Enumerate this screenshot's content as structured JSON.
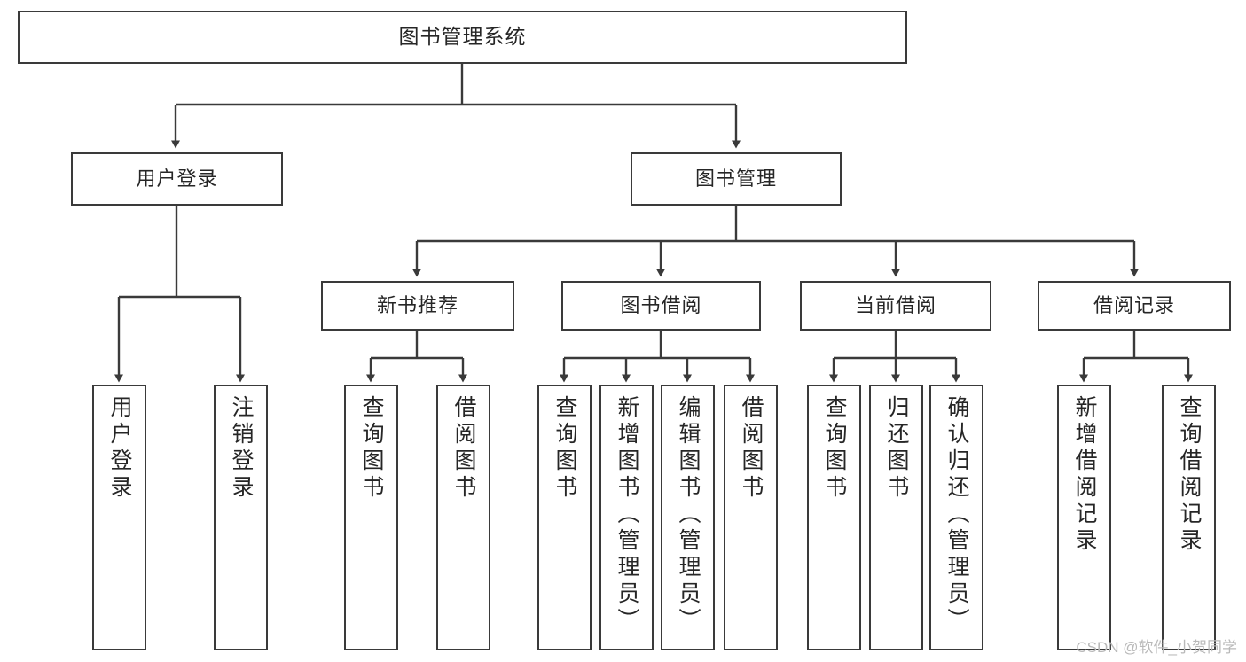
{
  "diagram": {
    "title": "图书管理系统",
    "watermark": "CSDN @软件_小贺同学",
    "stroke_color": "#3a3a3a",
    "text_color": "#262626",
    "background": "#ffffff"
  },
  "nodes": {
    "root": {
      "label": "图书管理系统"
    },
    "level2": [
      {
        "label": "用户登录"
      },
      {
        "label": "图书管理"
      }
    ],
    "level3": [
      {
        "label": "新书推荐"
      },
      {
        "label": "图书借阅"
      },
      {
        "label": "当前借阅"
      },
      {
        "label": "借阅记录"
      }
    ],
    "leaves_user_login": [
      {
        "label": "用户登录"
      },
      {
        "label": "注销登录"
      }
    ],
    "leaves_new_books": [
      {
        "label": "查询图书"
      },
      {
        "label": "借阅图书"
      }
    ],
    "leaves_borrow": [
      {
        "label": "查询图书"
      },
      {
        "label": "新增图书（管理员）"
      },
      {
        "label": "编辑图书（管理员）"
      },
      {
        "label": "借阅图书"
      }
    ],
    "leaves_current": [
      {
        "label": "查询图书"
      },
      {
        "label": "归还图书"
      },
      {
        "label": "确认归还（管理员）"
      }
    ],
    "leaves_records": [
      {
        "label": "新增借阅记录"
      },
      {
        "label": "查询借阅记录"
      }
    ]
  }
}
